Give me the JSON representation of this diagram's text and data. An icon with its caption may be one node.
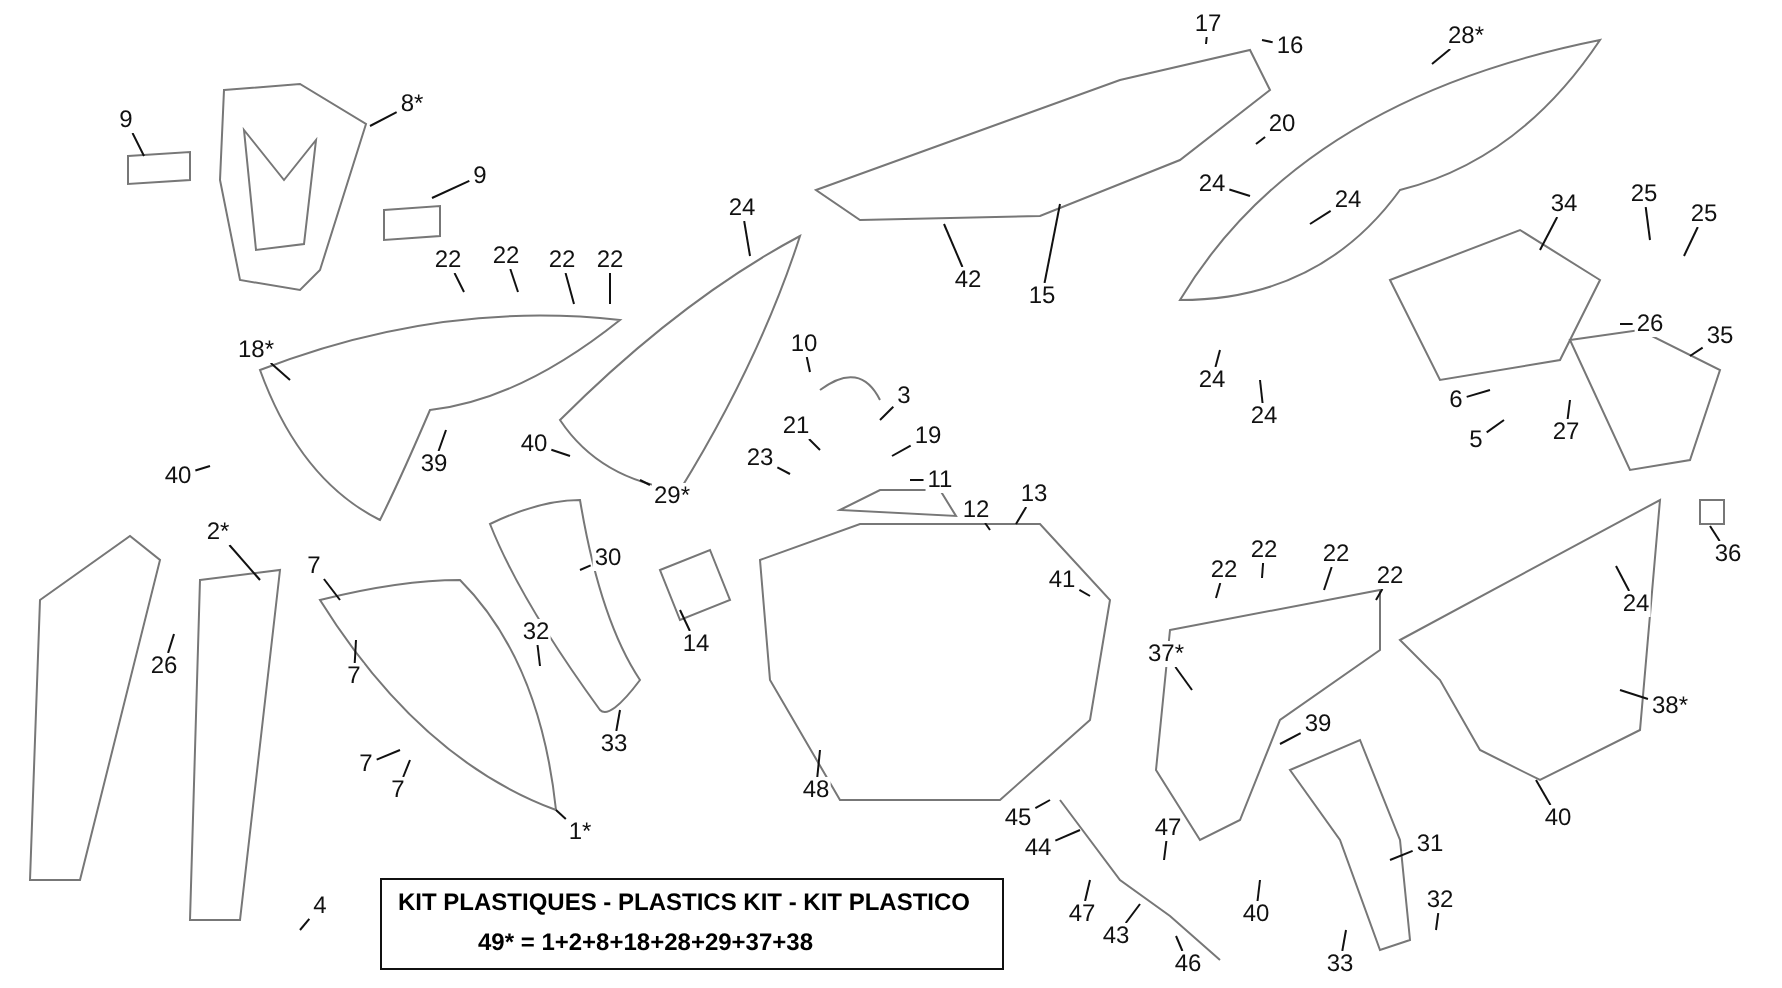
{
  "diagram": {
    "nodes": [
      {
        "text": [
          "17"
        ]
      },
      {
        "text": [
          "16"
        ]
      },
      {
        "text": [
          "28*"
        ]
      },
      {
        "text": [
          "8*"
        ]
      },
      {
        "text": [
          "9"
        ]
      },
      {
        "text": [
          "9"
        ]
      },
      {
        "text": [
          "20"
        ]
      },
      {
        "text": [
          "24"
        ]
      },
      {
        "text": [
          "24"
        ]
      },
      {
        "text": [
          "24"
        ]
      },
      {
        "text": [
          "22"
        ]
      },
      {
        "text": [
          "22"
        ]
      },
      {
        "text": [
          "22"
        ]
      },
      {
        "text": [
          "22"
        ]
      },
      {
        "text": [
          "42"
        ]
      },
      {
        "text": [
          "15"
        ]
      },
      {
        "text": [
          "34"
        ]
      },
      {
        "text": [
          "25"
        ]
      },
      {
        "text": [
          "25"
        ]
      },
      {
        "text": [
          "18*"
        ]
      },
      {
        "text": [
          "10"
        ]
      },
      {
        "text": [
          "3"
        ]
      },
      {
        "text": [
          "26"
        ]
      },
      {
        "text": [
          "35"
        ]
      },
      {
        "text": [
          "6"
        ]
      },
      {
        "text": [
          "5"
        ]
      },
      {
        "text": [
          "27"
        ]
      },
      {
        "text": [
          "19"
        ]
      },
      {
        "text": [
          "24"
        ]
      },
      {
        "text": [
          "24"
        ]
      },
      {
        "text": [
          "40"
        ]
      },
      {
        "text": [
          "39"
        ]
      },
      {
        "text": [
          "40"
        ]
      },
      {
        "text": [
          "29*"
        ]
      },
      {
        "text": [
          "21"
        ]
      },
      {
        "text": [
          "23"
        ]
      },
      {
        "text": [
          "11"
        ]
      },
      {
        "text": [
          "13"
        ]
      },
      {
        "text": [
          "12"
        ]
      },
      {
        "text": [
          "36"
        ]
      },
      {
        "text": [
          "24"
        ]
      },
      {
        "text": [
          "2*"
        ]
      },
      {
        "text": [
          "30"
        ]
      },
      {
        "text": [
          "41"
        ]
      },
      {
        "text": [
          "7"
        ]
      },
      {
        "text": [
          "7"
        ]
      },
      {
        "text": [
          "26"
        ]
      },
      {
        "text": [
          "22"
        ]
      },
      {
        "text": [
          "22"
        ]
      },
      {
        "text": [
          "22"
        ]
      },
      {
        "text": [
          "22"
        ]
      },
      {
        "text": [
          "32"
        ]
      },
      {
        "text": [
          "14"
        ]
      },
      {
        "text": [
          "37*"
        ]
      },
      {
        "text": [
          "33"
        ]
      },
      {
        "text": [
          "39"
        ]
      },
      {
        "text": [
          "38*"
        ]
      },
      {
        "text": [
          "48"
        ]
      },
      {
        "text": [
          "7"
        ]
      },
      {
        "text": [
          "7"
        ]
      },
      {
        "text": [
          "1*"
        ]
      },
      {
        "text": [
          "40"
        ]
      },
      {
        "text": [
          "45"
        ]
      },
      {
        "text": [
          "44"
        ]
      },
      {
        "text": [
          "47"
        ]
      },
      {
        "text": [
          "31"
        ]
      },
      {
        "text": [
          "47"
        ]
      },
      {
        "text": [
          "43"
        ]
      },
      {
        "text": [
          "40"
        ]
      },
      {
        "text": [
          "32"
        ]
      },
      {
        "text": [
          "46"
        ]
      },
      {
        "text": [
          "4"
        ]
      },
      {
        "text": [
          "33"
        ]
      },
      {
        "text": [
          "KIT PLASTIQUES - PLASTICS KIT - KIT PLASTICO",
          "49* = 1+2+8+18+28+29+37+38"
        ]
      }
    ],
    "edges": [
      {
        "from": 0,
        "to": null,
        "arrow": "none"
      },
      {
        "from": 1,
        "to": null,
        "arrow": "none"
      },
      {
        "from": 2,
        "to": null,
        "arrow": "none"
      },
      {
        "from": 3,
        "to": null,
        "arrow": "none"
      },
      {
        "from": 4,
        "to": null,
        "arrow": "none"
      },
      {
        "from": 5,
        "to": null,
        "arrow": "none"
      },
      {
        "from": 6,
        "to": null,
        "arrow": "none"
      },
      {
        "from": 7,
        "to": null,
        "arrow": "none"
      },
      {
        "from": 8,
        "to": null,
        "arrow": "none"
      },
      {
        "from": 9,
        "to": null,
        "arrow": "none"
      },
      {
        "from": 10,
        "to": null,
        "arrow": "none"
      },
      {
        "from": 11,
        "to": null,
        "arrow": "none"
      },
      {
        "from": 12,
        "to": null,
        "arrow": "none"
      },
      {
        "from": 13,
        "to": null,
        "arrow": "none"
      },
      {
        "from": 14,
        "to": null,
        "arrow": "none"
      },
      {
        "from": 15,
        "to": null,
        "arrow": "none"
      },
      {
        "from": 16,
        "to": null,
        "arrow": "none"
      },
      {
        "from": 17,
        "to": null,
        "arrow": "none"
      },
      {
        "from": 18,
        "to": null,
        "arrow": "none"
      },
      {
        "from": 19,
        "to": null,
        "arrow": "none"
      },
      {
        "from": 20,
        "to": null,
        "arrow": "none"
      },
      {
        "from": 21,
        "to": null,
        "arrow": "none"
      },
      {
        "from": 22,
        "to": null,
        "arrow": "none"
      },
      {
        "from": 23,
        "to": null,
        "arrow": "none"
      },
      {
        "from": 24,
        "to": null,
        "arrow": "none"
      },
      {
        "from": 25,
        "to": null,
        "arrow": "none"
      },
      {
        "from": 26,
        "to": null,
        "arrow": "none"
      },
      {
        "from": 27,
        "to": null,
        "arrow": "none"
      },
      {
        "from": 28,
        "to": null,
        "arrow": "none"
      },
      {
        "from": 29,
        "to": null,
        "arrow": "none"
      },
      {
        "from": 30,
        "to": null,
        "arrow": "none"
      },
      {
        "from": 31,
        "to": null,
        "arrow": "none"
      },
      {
        "from": 32,
        "to": null,
        "arrow": "none"
      },
      {
        "from": 33,
        "to": null,
        "arrow": "none"
      },
      {
        "from": 34,
        "to": null,
        "arrow": "none"
      },
      {
        "from": 35,
        "to": null,
        "arrow": "none"
      },
      {
        "from": 36,
        "to": null,
        "arrow": "none"
      },
      {
        "from": 37,
        "to": null,
        "arrow": "none"
      },
      {
        "from": 38,
        "to": null,
        "arrow": "none"
      },
      {
        "from": 39,
        "to": null,
        "arrow": "none"
      },
      {
        "from": 40,
        "to": null,
        "arrow": "none"
      },
      {
        "from": 41,
        "to": null,
        "arrow": "none"
      },
      {
        "from": 42,
        "to": null,
        "arrow": "none"
      },
      {
        "from": 43,
        "to": null,
        "arrow": "none"
      },
      {
        "from": 44,
        "to": null,
        "arrow": "none"
      },
      {
        "from": 45,
        "to": null,
        "arrow": "none"
      },
      {
        "from": 46,
        "to": null,
        "arrow": "none"
      },
      {
        "from": 47,
        "to": null,
        "arrow": "none"
      },
      {
        "from": 48,
        "to": null,
        "arrow": "none"
      },
      {
        "from": 49,
        "to": null,
        "arrow": "none"
      },
      {
        "from": 50,
        "to": null,
        "arrow": "none"
      },
      {
        "from": 51,
        "to": null,
        "arrow": "none"
      },
      {
        "from": 52,
        "to": null,
        "arrow": "none"
      },
      {
        "from": 53,
        "to": null,
        "arrow": "none"
      },
      {
        "from": 54,
        "to": null,
        "arrow": "none"
      },
      {
        "from": 55,
        "to": null,
        "arrow": "none"
      },
      {
        "from": 56,
        "to": null,
        "arrow": "none"
      },
      {
        "from": 57,
        "to": null,
        "arrow": "none"
      },
      {
        "from": 58,
        "to": null,
        "arrow": "none"
      },
      {
        "from": 59,
        "to": null,
        "arrow": "none"
      },
      {
        "from": 60,
        "to": null,
        "arrow": "none"
      },
      {
        "from": 61,
        "to": null,
        "arrow": "none"
      },
      {
        "from": 62,
        "to": null,
        "arrow": "none"
      },
      {
        "from": 63,
        "to": null,
        "arrow": "none"
      },
      {
        "from": 64,
        "to": null,
        "arrow": "none"
      },
      {
        "from": 65,
        "to": null,
        "arrow": "none"
      },
      {
        "from": 66,
        "to": null,
        "arrow": "none"
      },
      {
        "from": 67,
        "to": null,
        "arrow": "none"
      },
      {
        "from": 68,
        "to": null,
        "arrow": "none"
      },
      {
        "from": 69,
        "to": null,
        "arrow": "none"
      },
      {
        "from": 70,
        "to": null,
        "arrow": "none"
      },
      {
        "from": 71,
        "to": null,
        "arrow": "none"
      },
      {
        "from": 72,
        "to": null,
        "arrow": "none"
      }
    ]
  }
}
